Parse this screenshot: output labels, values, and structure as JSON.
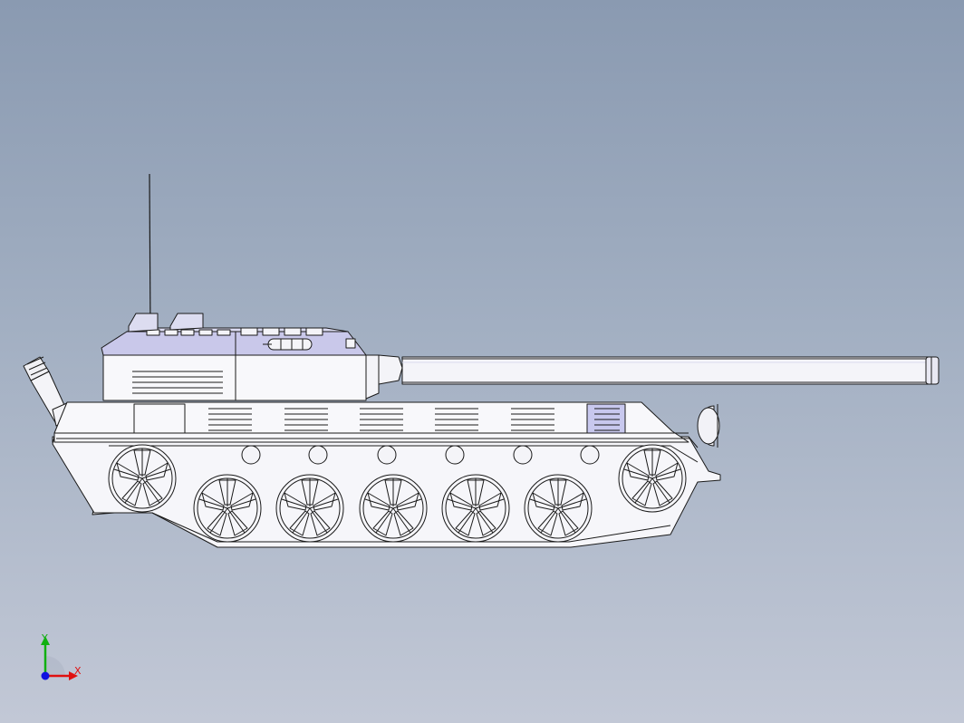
{
  "model": {
    "name": "tank side view",
    "colors": {
      "body": "#f4f4f8",
      "outline": "#1a1a1a",
      "turret_top": "#c9c8ea",
      "vent_highlight": "#c8c8ee",
      "background_top": "#8a9ab1",
      "background_bottom": "#c2c8d6"
    }
  },
  "triad": {
    "x_axis_label": "X",
    "y_axis_label": "Y",
    "x_color": "#e01010",
    "y_color": "#10b010",
    "z_color": "#1010e0"
  }
}
